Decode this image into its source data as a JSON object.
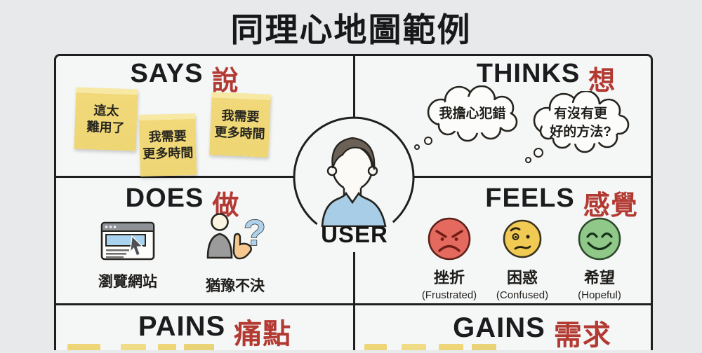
{
  "title": "同理心地圖範例",
  "center": {
    "label": "USER"
  },
  "colors": {
    "accent_red": "#b23a32",
    "line": "#1f1f1f",
    "sticky_yellow": "#f1d87a",
    "frustrated_red": "#e4695e",
    "confused_yellow": "#f0ca52",
    "hopeful_green": "#8fc888",
    "shirt_blue": "#a8cde7"
  },
  "quadrants": {
    "says": {
      "en": "SAYS",
      "zh": "說",
      "notes": [
        "這太\n難用了",
        "我需要\n更多時間",
        "我需要\n更多時間"
      ]
    },
    "thinks": {
      "en": "THINKS",
      "zh": "想",
      "bubbles": [
        "我擔心犯錯",
        "有沒有更\n好的方法?"
      ]
    },
    "does": {
      "en": "DOES",
      "zh": "做",
      "items": [
        {
          "icon": "browser-icon",
          "label": "瀏覽網站"
        },
        {
          "icon": "hesitation-icon",
          "label": "猶豫不決"
        }
      ]
    },
    "feels": {
      "en": "FEELS",
      "zh": "感覺",
      "emotions": [
        {
          "icon": "angry-face-icon",
          "zh": "挫折",
          "en": "(Frustrated)"
        },
        {
          "icon": "confused-face-icon",
          "zh": "困惑",
          "en": "(Confused)"
        },
        {
          "icon": "hopeful-face-icon",
          "zh": "希望",
          "en": "(Hopeful)"
        }
      ]
    },
    "pains": {
      "en": "PAINS",
      "zh": "痛點"
    },
    "gains": {
      "en": "GAINS",
      "zh": "需求"
    }
  },
  "icons": {
    "question_glyph": "?"
  }
}
